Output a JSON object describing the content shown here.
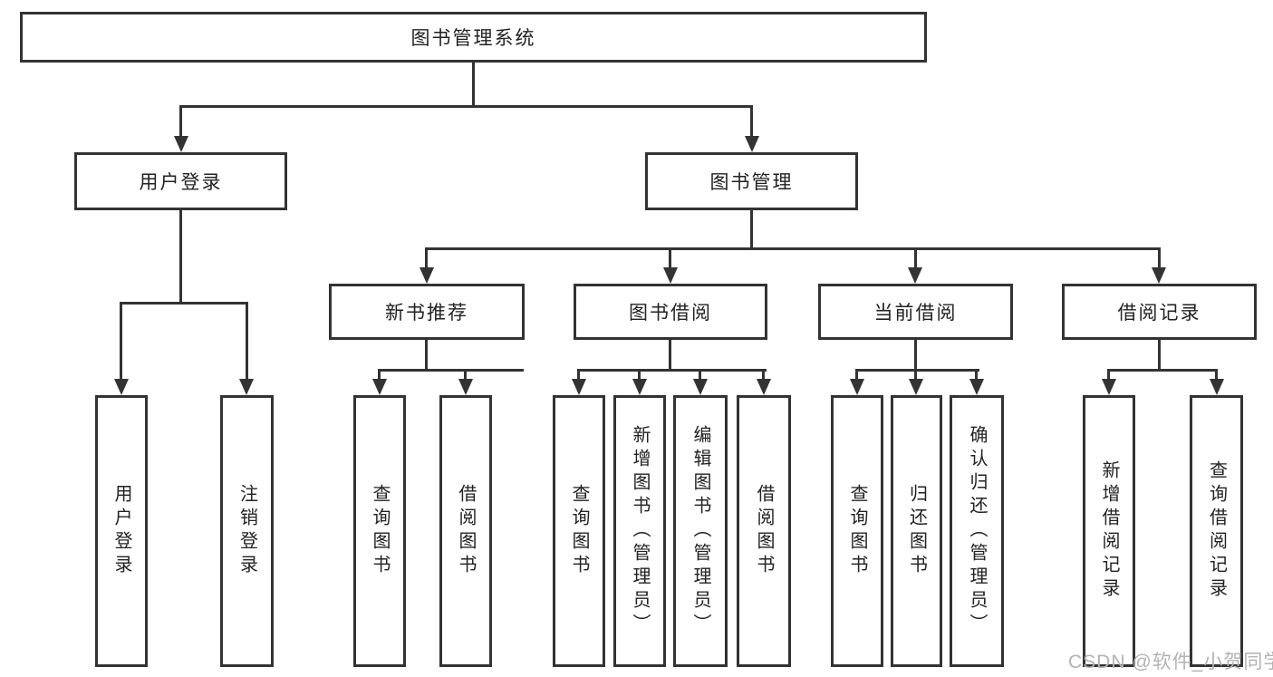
{
  "diagram": {
    "root": {
      "label": "图书管理系统"
    },
    "branches": [
      {
        "label": "用户登录",
        "children": [
          {
            "label": "用户登录"
          },
          {
            "label": "注销登录"
          }
        ]
      },
      {
        "label": "图书管理",
        "groups": [
          {
            "label": "新书推荐",
            "children": [
              {
                "label": "查询图书"
              },
              {
                "label": "借阅图书"
              }
            ]
          },
          {
            "label": "图书借阅",
            "children": [
              {
                "label": "查询图书"
              },
              {
                "label": "新增图书（管理员）"
              },
              {
                "label": "编辑图书（管理员）"
              },
              {
                "label": "借阅图书"
              }
            ]
          },
          {
            "label": "当前借阅",
            "children": [
              {
                "label": "查询图书"
              },
              {
                "label": "归还图书"
              },
              {
                "label": "确认归还（管理员）"
              }
            ]
          },
          {
            "label": "借阅记录",
            "children": [
              {
                "label": "新增借阅记录"
              },
              {
                "label": "查询借阅记录"
              }
            ]
          }
        ]
      }
    ]
  },
  "watermark": {
    "text": "CSDN @软件_小贺同学"
  },
  "colors": {
    "line": "#333333",
    "box_border": "#333333",
    "text": "#222222",
    "watermark": "#b3b3b3",
    "background": "#ffffff"
  }
}
